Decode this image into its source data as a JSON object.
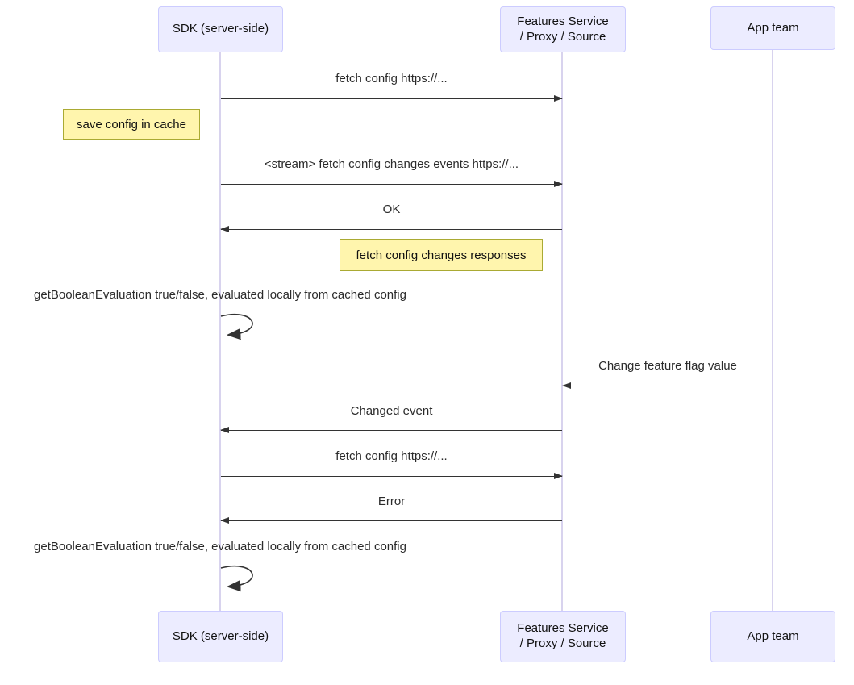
{
  "diagram_type": "sequence",
  "colors": {
    "background": "#FFFFFF",
    "actor_fill": "#ECECFF",
    "actor_border": "#CCCCFF",
    "note_fill": "#FFF5AD",
    "note_border": "#AAAA33",
    "message_line": "#333333",
    "lifeline": "#D8D3EE",
    "text": "#1F1F1F"
  },
  "actors": [
    {
      "id": "sdk",
      "label": "SDK (server-side)"
    },
    {
      "id": "features",
      "label": "Features Service / Proxy / Source",
      "lines": [
        "Features Service",
        "/ Proxy / Source"
      ]
    },
    {
      "id": "app",
      "label": "App team"
    }
  ],
  "notes": [
    {
      "text": "save config in cache",
      "position": "left of SDK (server-side)"
    },
    {
      "text": "fetch config changes responses",
      "position": "left of Features Service / Proxy / Source"
    }
  ],
  "messages": [
    {
      "text": "fetch config https://...",
      "from": "sdk",
      "to": "features",
      "direction": "right"
    },
    {
      "text": "<stream> fetch config changes events https://...",
      "from": "sdk",
      "to": "features",
      "direction": "right"
    },
    {
      "text": "OK",
      "from": "features",
      "to": "sdk",
      "direction": "left"
    },
    {
      "text": "getBooleanEvaluation true/false, evaluated locally from cached config",
      "from": "sdk",
      "to": "sdk",
      "direction": "self"
    },
    {
      "text": "Change feature flag value",
      "from": "app",
      "to": "features",
      "direction": "left"
    },
    {
      "text": "Changed event",
      "from": "features",
      "to": "sdk",
      "direction": "left"
    },
    {
      "text": "fetch config https://...",
      "from": "sdk",
      "to": "features",
      "direction": "right"
    },
    {
      "text": "Error",
      "from": "features",
      "to": "sdk",
      "direction": "left"
    },
    {
      "text": "getBooleanEvaluation true/false, evaluated locally from cached config",
      "from": "sdk",
      "to": "sdk",
      "direction": "self"
    }
  ]
}
